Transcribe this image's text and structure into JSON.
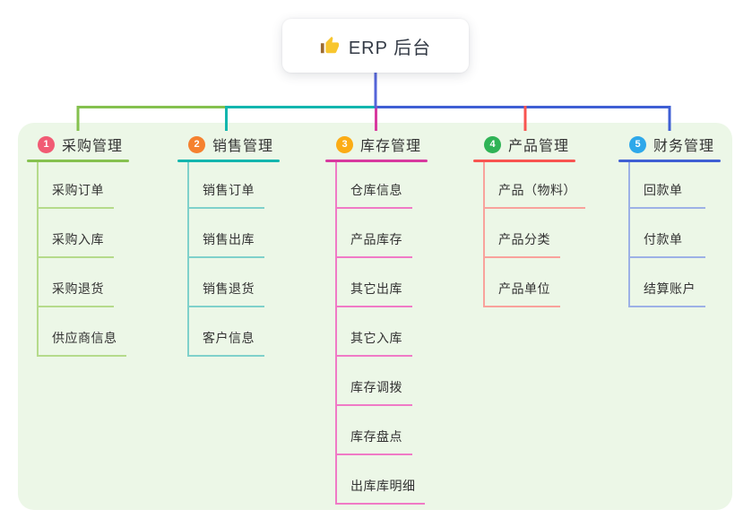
{
  "root_node": {
    "label": "ERP 后台",
    "icon": "thumbs-up-icon",
    "icon_hand_color": "#F8C62E",
    "icon_sleeve_color": "#9C6B31"
  },
  "panel": {
    "background": "#ECF7E7"
  },
  "connector": {
    "root_line_color": "#5465D9"
  },
  "branches": [
    {
      "number": "1",
      "label": "采购管理",
      "badge_color": "#F15B74",
      "line_color": "#85C14F",
      "item_line_color": "#B5DB8B",
      "items": [
        "采购订单",
        "采购入库",
        "采购退货",
        "供应商信息"
      ]
    },
    {
      "number": "2",
      "label": "销售管理",
      "badge_color": "#F5812F",
      "line_color": "#13B6AE",
      "item_line_color": "#7FD1CB",
      "items": [
        "销售订单",
        "销售出库",
        "销售退货",
        "客户信息"
      ]
    },
    {
      "number": "3",
      "label": "库存管理",
      "badge_color": "#FBAC15",
      "line_color": "#D8399F",
      "item_line_color": "#F07AC6",
      "items": [
        "仓库信息",
        "产品库存",
        "其它出库",
        "其它入库",
        "库存调拨",
        "库存盘点",
        "出库库明细"
      ]
    },
    {
      "number": "4",
      "label": "产品管理",
      "badge_color": "#2FB356",
      "line_color": "#F85450",
      "item_line_color": "#F9A29C",
      "items": [
        "产品（物料）",
        "产品分类",
        "产品单位"
      ]
    },
    {
      "number": "5",
      "label": "财务管理",
      "badge_color": "#2EA8EA",
      "line_color": "#3F5FD4",
      "item_line_color": "#9DB1E6",
      "items": [
        "回款单",
        "付款单",
        "结算账户"
      ]
    }
  ]
}
